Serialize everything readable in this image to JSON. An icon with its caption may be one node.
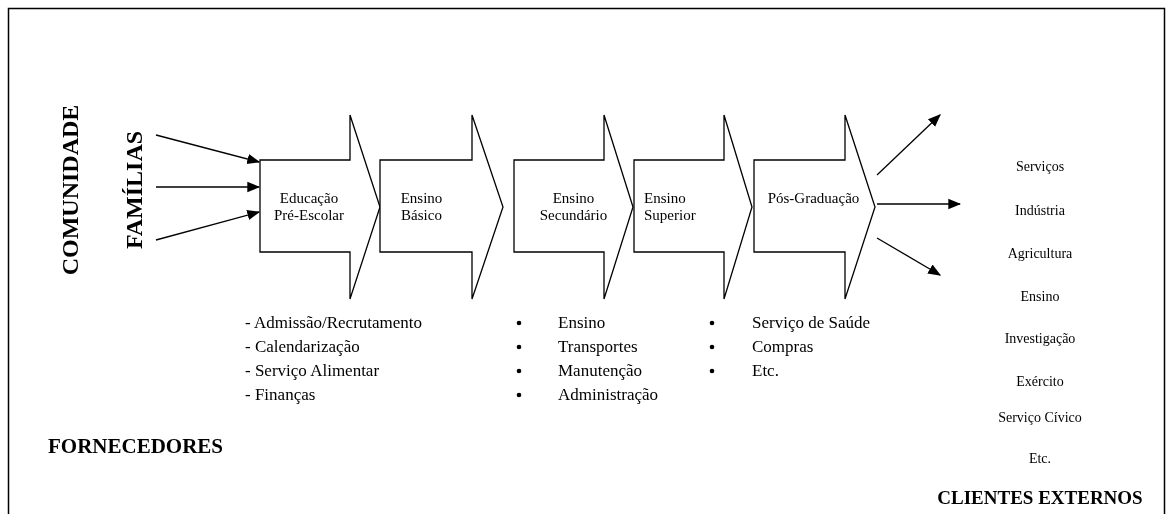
{
  "diagram": {
    "nodes": [
      {
        "text": [
          "COMUNIDADE"
        ]
      },
      {
        "text": [
          "FAMÍLIAS"
        ]
      },
      {
        "text": [
          "Educação Pré-Escolar"
        ]
      },
      {
        "text": [
          "Ensino Básico"
        ]
      },
      {
        "text": [
          "Ensino Secundário"
        ]
      },
      {
        "text": [
          "Ensino Superior"
        ]
      },
      {
        "text": [
          "Pós-Graduação"
        ]
      }
    ],
    "edges": [
      {
        "from": 1,
        "to": 2,
        "arrow": "to"
      },
      {
        "from": 1,
        "to": 2,
        "arrow": "to"
      },
      {
        "from": 1,
        "to": 2,
        "arrow": "to"
      },
      {
        "from": 6,
        "to": null,
        "arrow": "to"
      },
      {
        "from": 6,
        "to": null,
        "arrow": "to"
      },
      {
        "from": 6,
        "to": null,
        "arrow": "to"
      }
    ],
    "labels": [
      "- Admissão/Recrutamento",
      "- Calendarização",
      "- Serviço Alimentar",
      "- Finanças",
      "Ensino",
      "Transportes",
      "Manutenção",
      "Administração",
      "Serviço de Saúde",
      "Compras",
      "Etc.",
      "Serviços",
      "Indústria",
      "Agricultura",
      "Ensino",
      "Investigação",
      "Exército",
      "Serviço Cívico",
      "Etc.",
      "FORNECEDORES",
      "CLIENTES EXTERNOS"
    ]
  }
}
